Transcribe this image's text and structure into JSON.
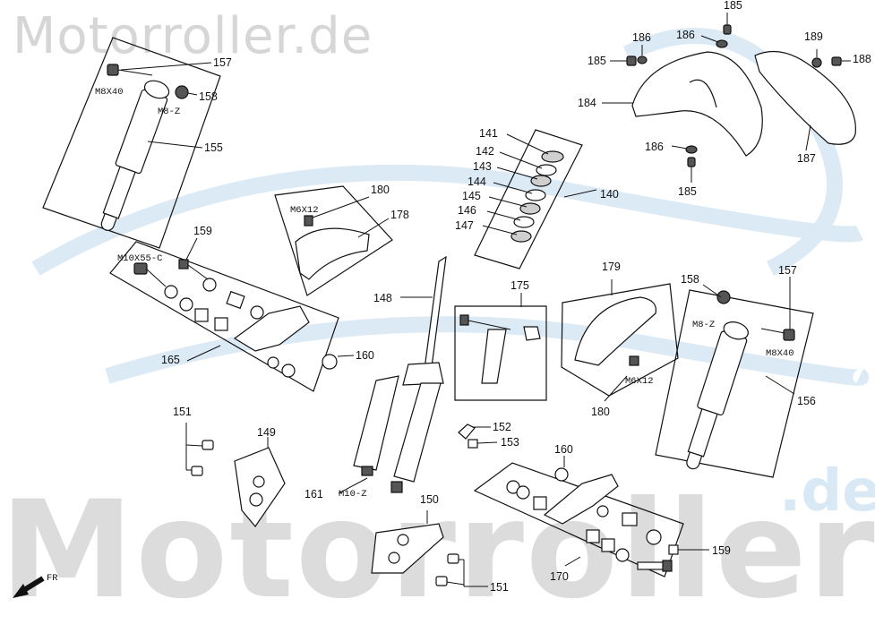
{
  "watermark": {
    "top_text": "Motorroller.de",
    "bottom_text": "Motorroller",
    "bottom_suffix": ".de"
  },
  "colors": {
    "watermark_gray": "#d6d6d6",
    "watermark_blue": "#d9e8f5",
    "line": "#111111"
  },
  "direction": {
    "label": "FR"
  },
  "callouts": {
    "c157a": "157",
    "c158a": "158",
    "c155": "155",
    "c180a": "180",
    "c178": "178",
    "c159a": "159",
    "c165": "165",
    "c160a": "160",
    "c151a": "151",
    "c149": "149",
    "c161": "161",
    "c148": "148",
    "c175": "175",
    "c141": "141",
    "c142": "142",
    "c143": "143",
    "c144": "144",
    "c145": "145",
    "c146": "146",
    "c147": "147",
    "c140": "140",
    "c152": "152",
    "c153": "153",
    "c150": "150",
    "c151b": "151",
    "c160b": "160",
    "c170": "170",
    "c159b": "159",
    "c179": "179",
    "c180b": "180",
    "c158b": "158",
    "c157b": "157",
    "c156": "156",
    "c185a": "185",
    "c186a": "186",
    "c186b": "186",
    "c185b": "185",
    "c189": "189",
    "c188": "188",
    "c184": "184",
    "c186c": "186",
    "c185c": "185",
    "c187": "187"
  },
  "specs": {
    "s_m8x40_a": "M8X40",
    "s_m8z_a": "M8-Z",
    "s_m6x12_a": "M6X12",
    "s_m10x55": "M10X55-C",
    "s_m10z": "M10-Z",
    "s_m6x12_b": "M6X12",
    "s_m8z_b": "M8-Z",
    "s_m8x40_b": "M8X40"
  }
}
